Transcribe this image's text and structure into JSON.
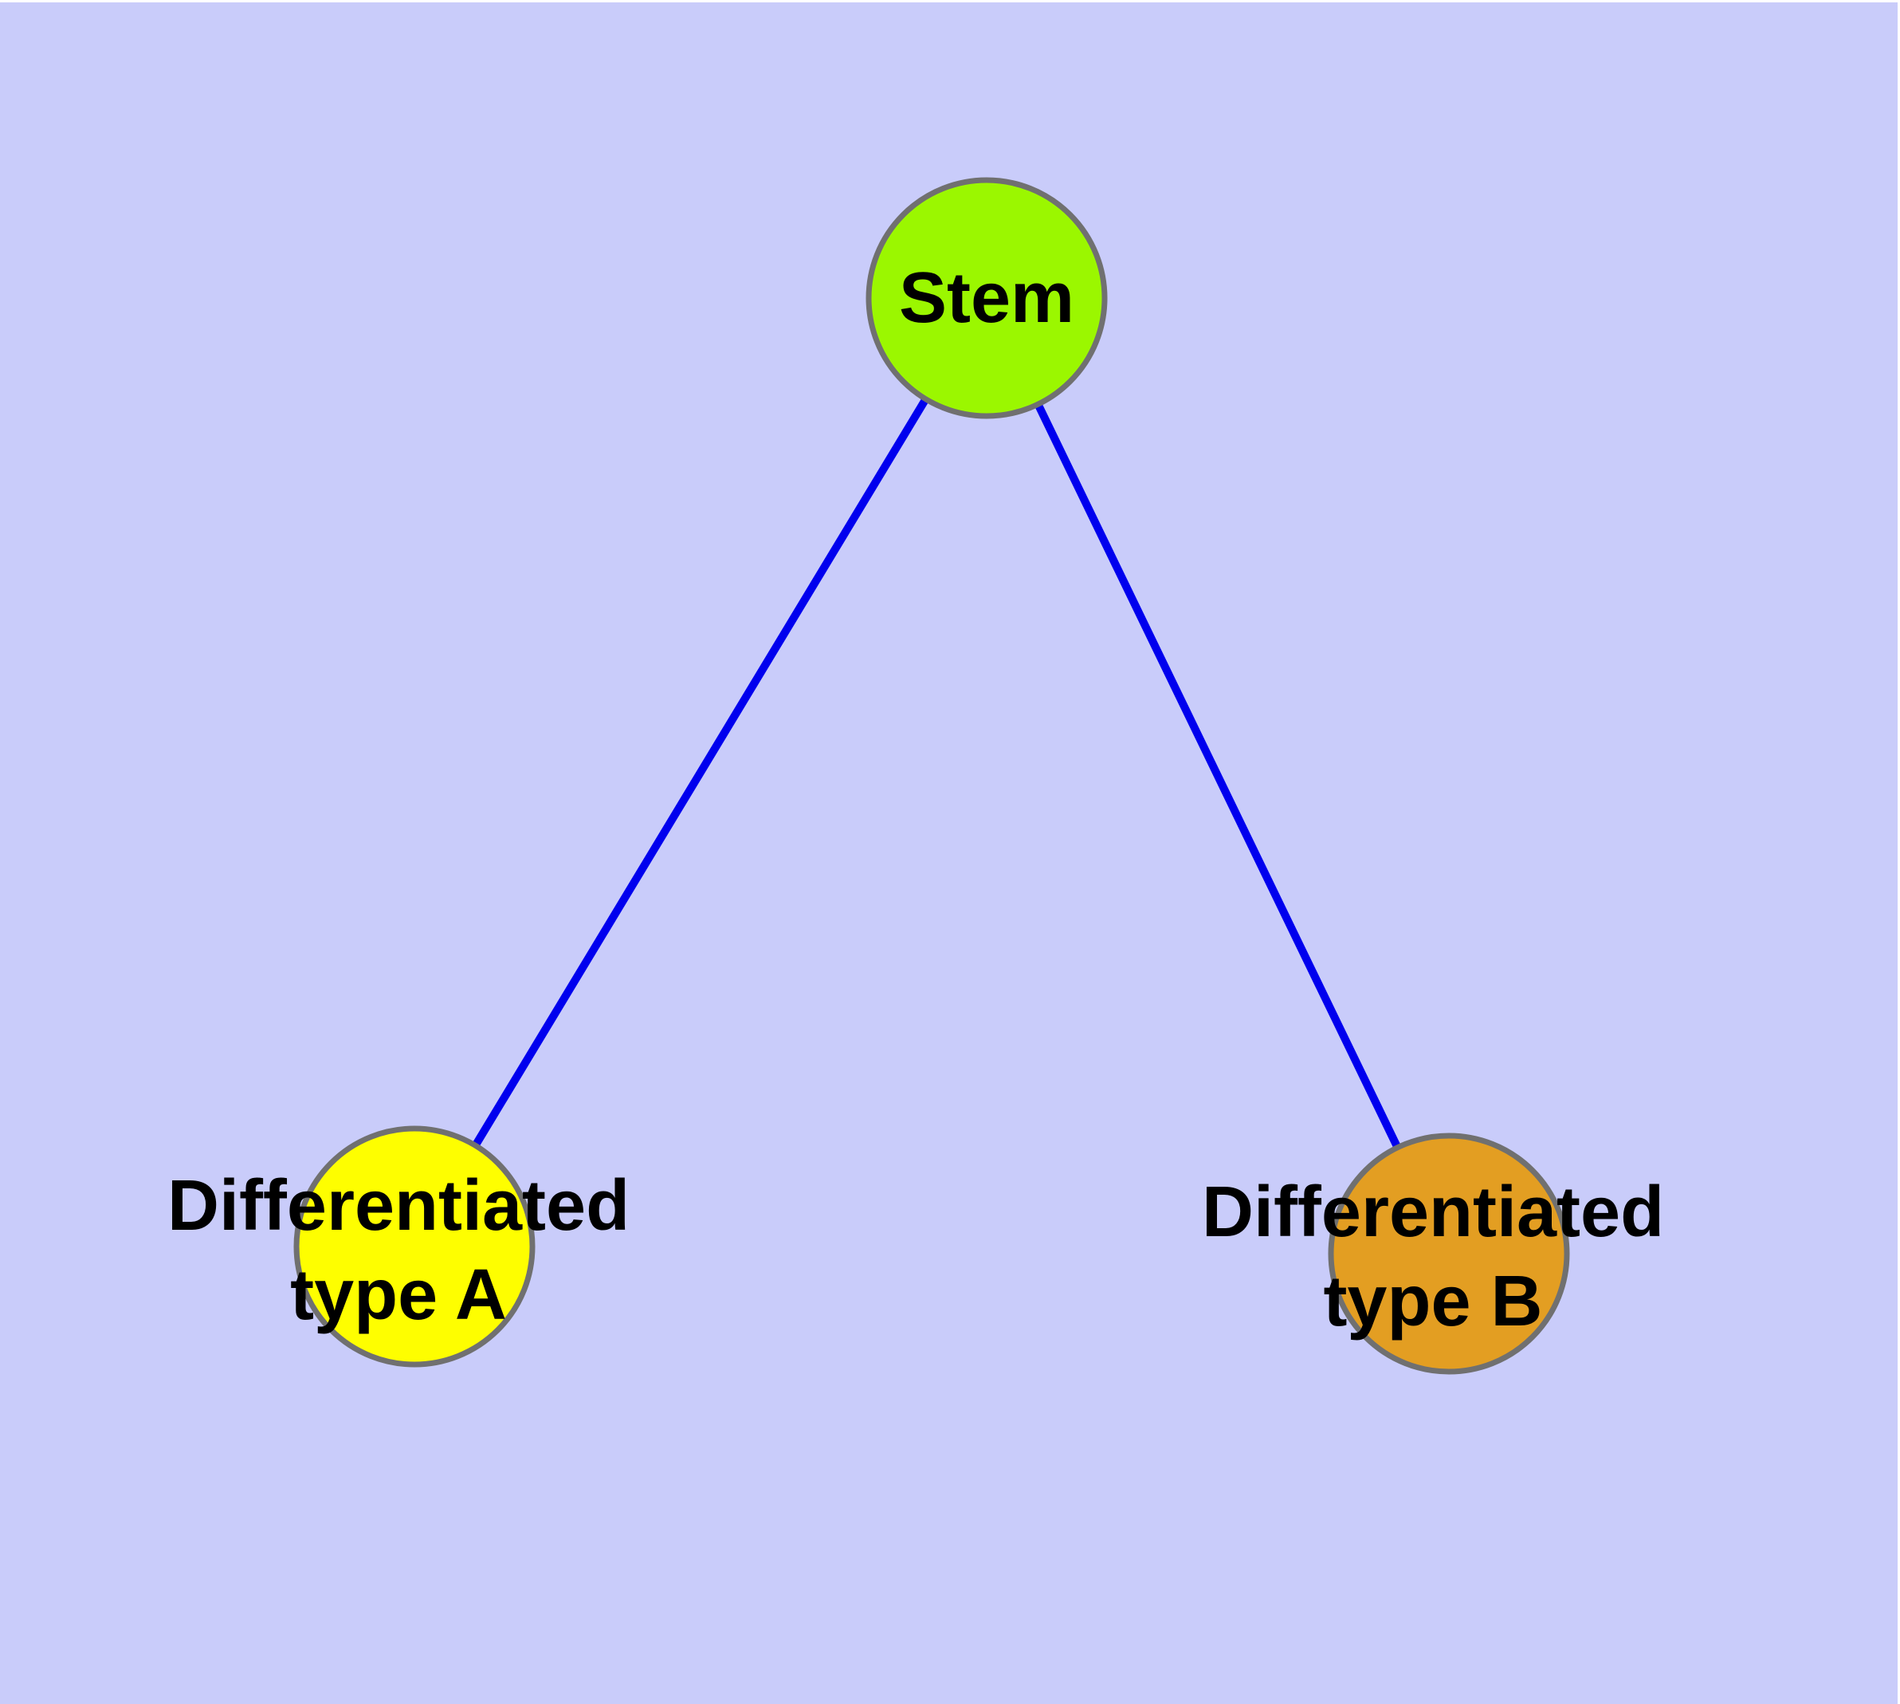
{
  "diagram": {
    "type": "node-link-graph",
    "background_color": "#C9CCFA",
    "top_margin_color": "#FFFFFF",
    "edge_color": "#0000EE",
    "node_border_color": "#707070",
    "label_color": "#000000",
    "nodes": [
      {
        "id": "stem",
        "label": "Stem",
        "fill": "#9BF700"
      },
      {
        "id": "differentiated-type-a",
        "label": "Differentiated type A",
        "label_line1": "Differentiated",
        "label_line2": "type A",
        "fill": "#FEFE00"
      },
      {
        "id": "differentiated-type-b",
        "label": "Differentiated type B",
        "label_line1": "Differentiated",
        "label_line2": "type B",
        "fill": "#E39E22"
      }
    ],
    "edges": [
      {
        "from": "Stem",
        "to": "Differentiated type A"
      },
      {
        "from": "Stem",
        "to": "Differentiated type B"
      }
    ]
  }
}
